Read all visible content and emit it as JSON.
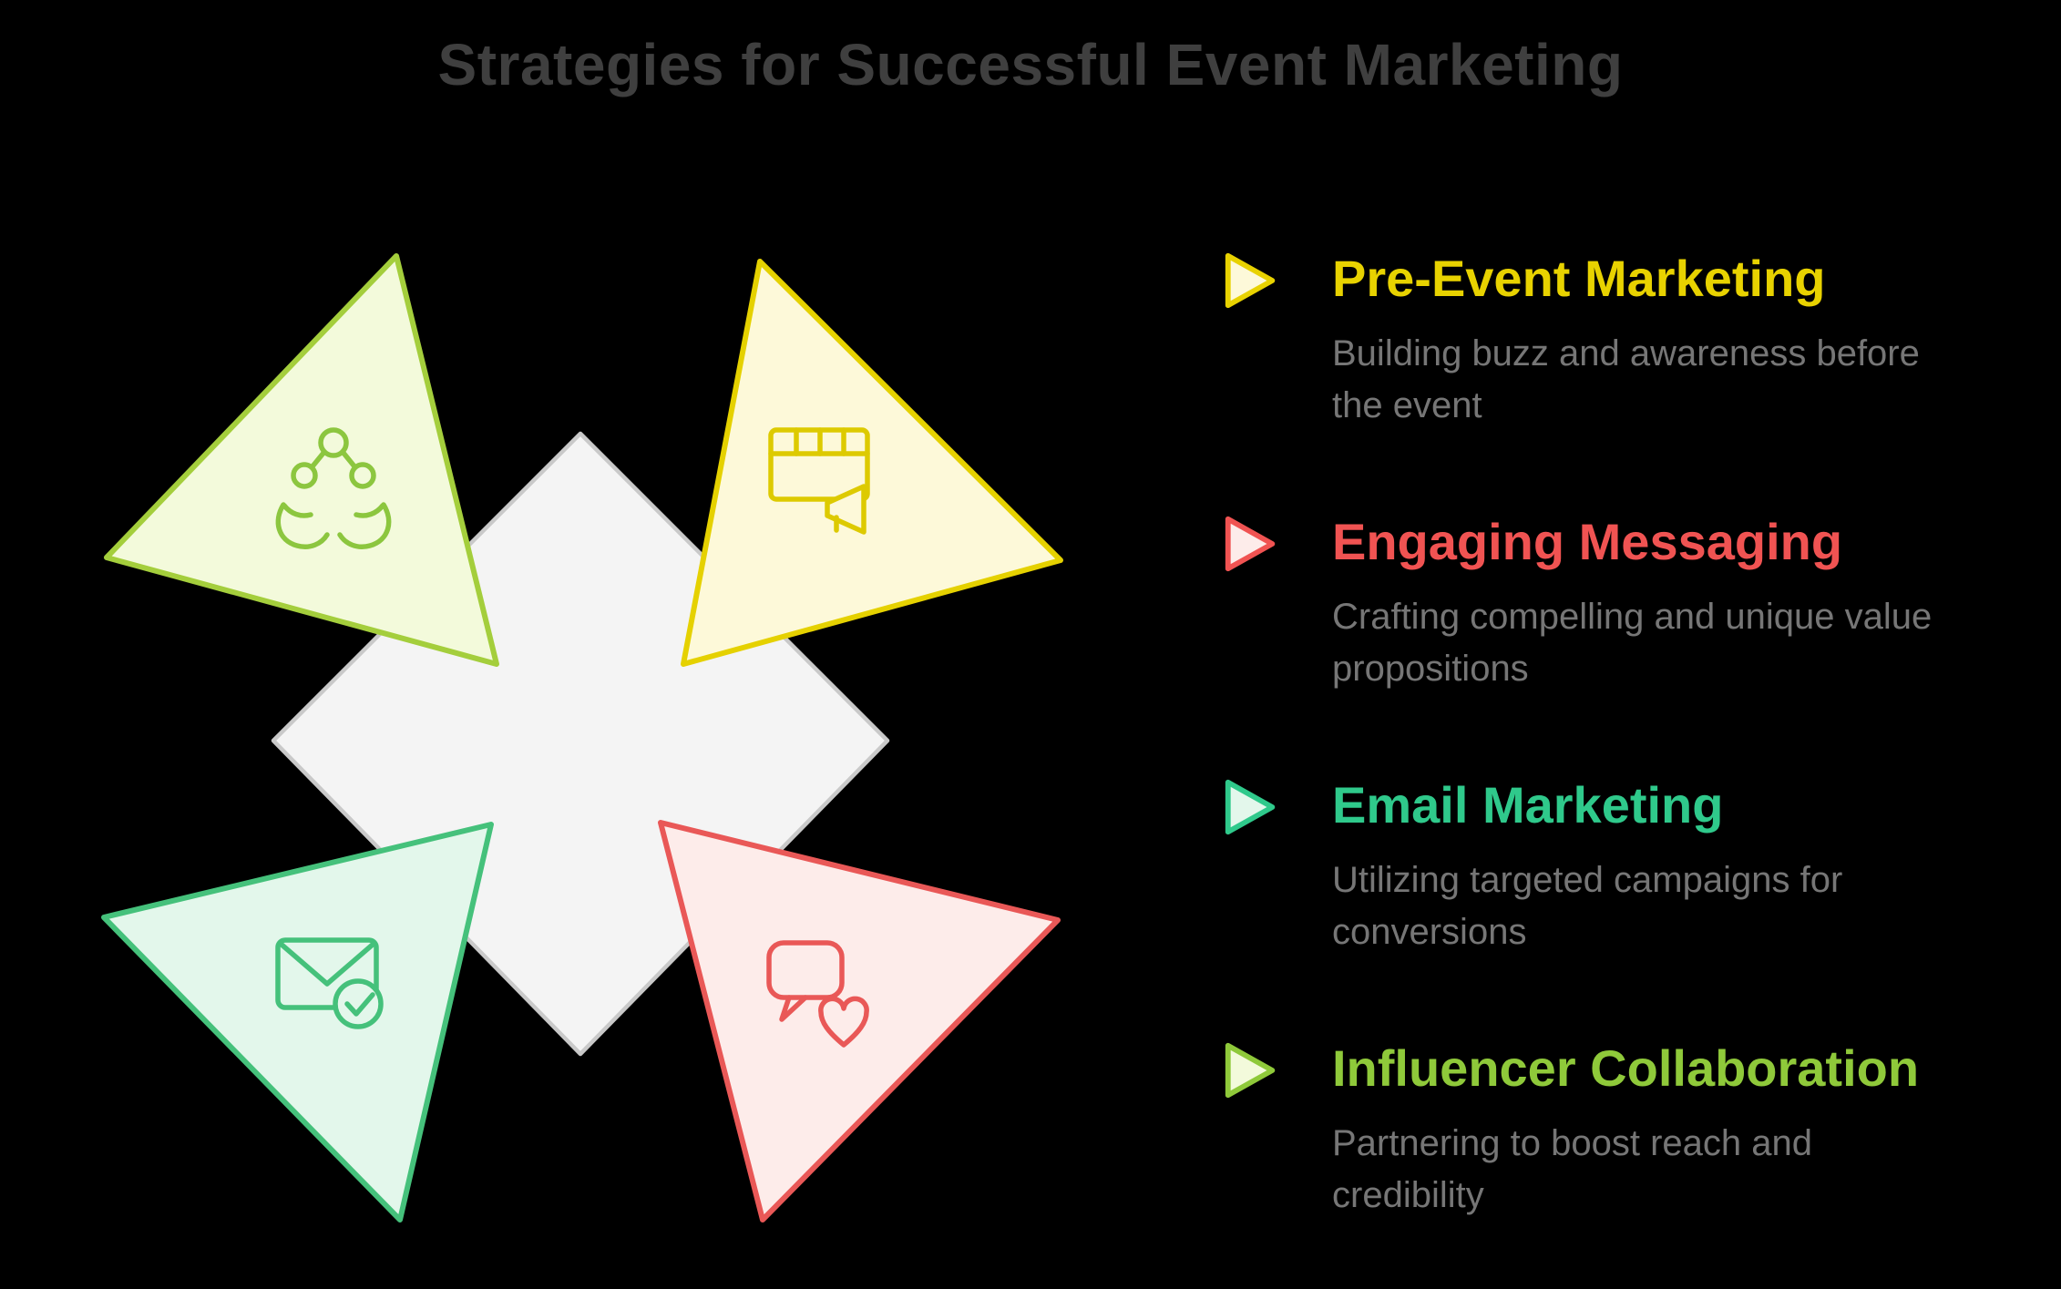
{
  "background_color": "#000000",
  "title": {
    "text": "Strategies for Successful Event Marketing",
    "color": "#3f3f3f"
  },
  "diagram": {
    "diamond": {
      "fill": "#f4f4f4",
      "stroke": "#c9c9c9"
    },
    "triangles": {
      "influencer": {
        "fill": "#f3fadb",
        "stroke": "#a4ce3c",
        "icon": "hands-network-icon",
        "icon_color": "#8cc63f"
      },
      "pre_event": {
        "fill": "#fdf9d9",
        "stroke": "#e5d100",
        "icon": "calendar-megaphone-icon",
        "icon_color": "#ddca00"
      },
      "email": {
        "fill": "#e3f7eb",
        "stroke": "#45c17b",
        "icon": "envelope-check-icon",
        "icon_color": "#45c17b"
      },
      "messaging": {
        "fill": "#fdecea",
        "stroke": "#e95857",
        "icon": "chat-heart-icon",
        "icon_color": "#e95857"
      }
    }
  },
  "legend": {
    "description_color": "#767676",
    "items": [
      {
        "label": "Pre-Event Marketing",
        "description": "Building buzz and awareness before the event",
        "color": "#e8d200",
        "marker_fill": "#fdf9d9",
        "marker_icon": "triangle-right-icon"
      },
      {
        "label": "Engaging Messaging",
        "description": "Crafting compelling and unique value propositions",
        "color": "#f05352",
        "marker_fill": "#fdecea",
        "marker_icon": "triangle-right-icon"
      },
      {
        "label": "Email Marketing",
        "description": "Utilizing targeted campaigns for conversions",
        "color": "#2fc98b",
        "marker_fill": "#e3f7eb",
        "marker_icon": "triangle-right-icon"
      },
      {
        "label": "Influencer Collaboration",
        "description": "Partnering to boost reach and credibility",
        "color": "#8fc93a",
        "marker_fill": "#f3fadb",
        "marker_icon": "triangle-right-icon"
      }
    ]
  }
}
